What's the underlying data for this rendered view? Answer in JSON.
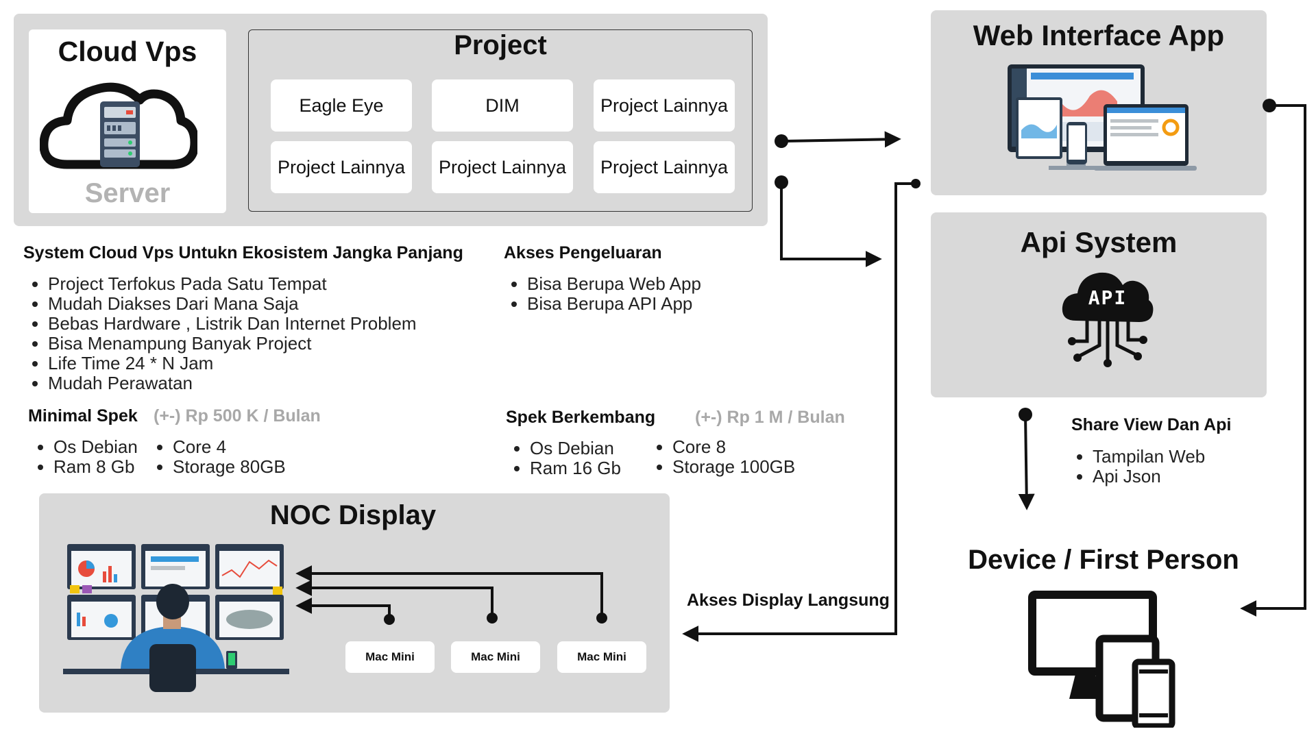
{
  "cloud_vps": {
    "title": "Cloud Vps",
    "server_label": "Server"
  },
  "project": {
    "title": "Project",
    "items": [
      "Eagle Eye",
      "DIM",
      "Project Lainnya",
      "Project Lainnya",
      "Project Lainnya",
      "Project Lainnya"
    ]
  },
  "system": {
    "title": "System Cloud Vps Untukn Ekosistem Jangka Panjang",
    "bullets": [
      "Project Terfokus Pada Satu Tempat",
      "Mudah Diakses Dari Mana Saja",
      "Bebas Hardware , Listrik Dan Internet Problem",
      "Bisa Menampung Banyak Project",
      "Life Time 24 * N Jam",
      "Mudah Perawatan"
    ]
  },
  "akses": {
    "title": "Akses Pengeluaran",
    "bullets": [
      "Bisa Berupa Web App",
      "Bisa Berupa API App"
    ]
  },
  "minimal_spek": {
    "title": "Minimal Spek",
    "price": "(+-) Rp 500 K / Bulan",
    "col1": [
      "Os Debian",
      "Ram 8 Gb"
    ],
    "col2": [
      "Core 4",
      "Storage 80GB"
    ]
  },
  "spek_berkembang": {
    "title": "Spek Berkembang",
    "price": "(+-) Rp 1 M / Bulan",
    "col1": [
      "Os Debian",
      "Ram 16 Gb"
    ],
    "col2": [
      "Core 8",
      "Storage 100GB"
    ]
  },
  "noc": {
    "title": "NOC Display",
    "mac_minis": [
      "Mac Mini",
      "Mac Mini",
      "Mac Mini"
    ]
  },
  "akses_display": "Akses Display Langsung",
  "web_app": {
    "title": "Web Interface App"
  },
  "api_system": {
    "title": "Api System",
    "api_text": "API"
  },
  "share": {
    "title": "Share View  Dan Api",
    "bullets": [
      "Tampilan Web",
      "Api Json"
    ]
  },
  "device": {
    "title": "Device / First Person"
  }
}
